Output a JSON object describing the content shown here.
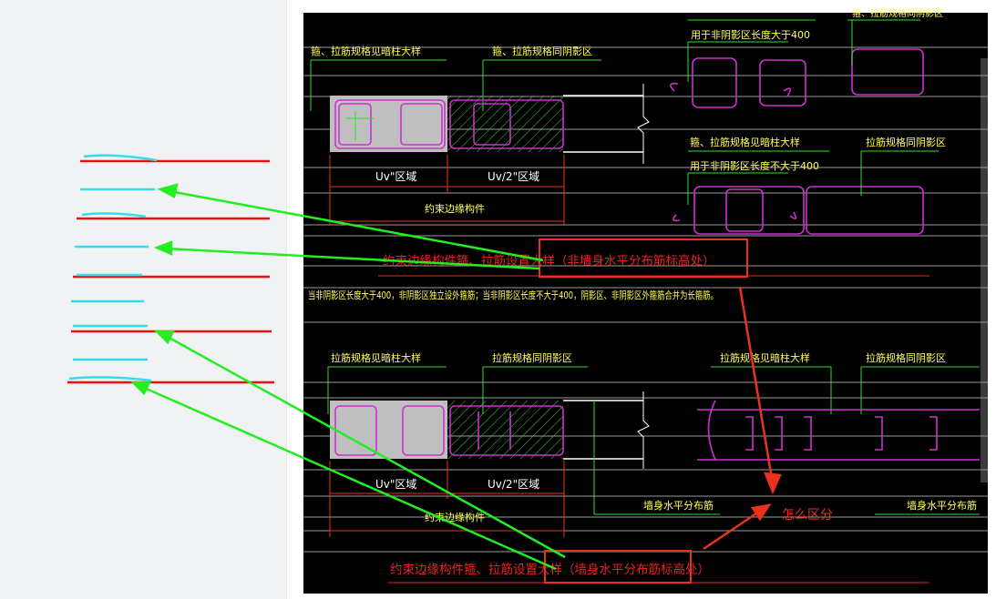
{
  "drawing": {
    "top_cut_label": "箍、拉筋规格同阴影区",
    "top_note_1": "用于非阴影区长度大于400",
    "section1": {
      "label_left": "箍、拉筋规格见暗柱大样",
      "label_right": "箍、拉筋规格同阴影区",
      "region_1": "Uv\"区域",
      "region_2": "Uv/2\"区域",
      "member": "约束边缘构件",
      "title": "约束边缘构件箍、拉筋设置大样（非墙身水平分布筋标高处）"
    },
    "right_mid": {
      "label_left": "箍、拉筋规格见暗柱大样",
      "label_right": "拉筋规格同阴影区",
      "note": "用于非阴影区长度不大于400"
    },
    "note_line": "当非阴影区长度大于400，非阴影区独立设外箍筋；当非阴影区长度不大于400，阴影区、非阴影区外箍筋合并为长箍筋。",
    "section2": {
      "label_left": "拉筋规格见暗柱大样",
      "label_right": "拉筋规格同阴影区",
      "region_1": "Uv\"区域",
      "region_2": "Uv/2\"区域",
      "member": "约束边缘构件",
      "wall_rebar": "墙身水平分布筋",
      "title": "约束边缘构件箍、拉筋设置大样（墙身水平分布筋标高处）"
    },
    "right_low": {
      "label_left": "拉筋规格见暗柱大样",
      "label_right": "拉筋规格同阴影区",
      "wall_rebar": "墙身水平分布筋"
    }
  },
  "annotation": {
    "question": "怎么区分",
    "red_color": "#e8321e",
    "green_color": "#22ee22",
    "cyan_color": "#33ddee"
  }
}
